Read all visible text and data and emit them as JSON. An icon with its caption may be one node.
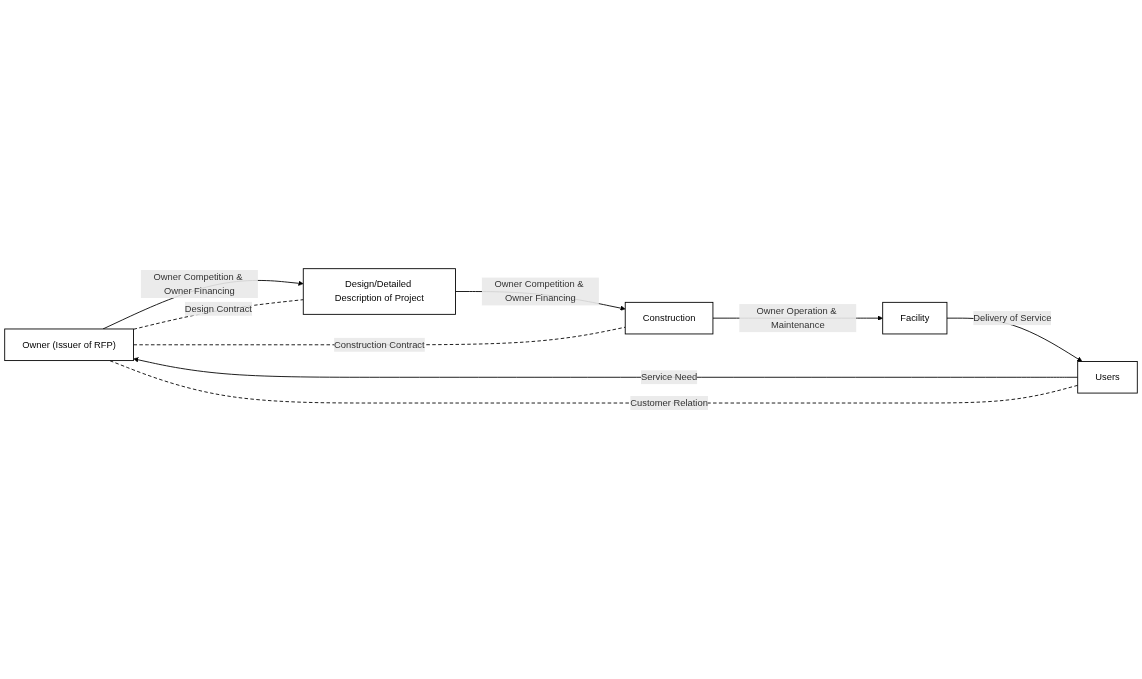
{
  "diagram": {
    "nodes": [
      {
        "text": [
          "Owner (Issuer of RFP)"
        ]
      },
      {
        "text": [
          "Design/Detailed Description of Project"
        ]
      },
      {
        "text": [
          "Construction"
        ]
      },
      {
        "text": [
          "Facility"
        ]
      },
      {
        "text": [
          "Users"
        ]
      }
    ],
    "edges": [
      {
        "from": 4,
        "to": 0,
        "arrow": "to",
        "label": "Service Need"
      },
      {
        "from": 0,
        "to": 1,
        "arrow": "to",
        "label": "Owner Competition & Owner Financing"
      },
      {
        "from": 1,
        "to": 2,
        "arrow": "to",
        "label": "Owner Competition & Owner Financing"
      },
      {
        "from": 2,
        "to": 3,
        "arrow": "to",
        "label": "Owner Operation & Maintenance"
      },
      {
        "from": 3,
        "to": 4,
        "arrow": "to",
        "label": "Delivery of Service"
      },
      {
        "from": 4,
        "to": 0,
        "arrow": "none",
        "label": "Customer Relation",
        "style": "dashed"
      },
      {
        "from": 0,
        "to": 1,
        "arrow": "none",
        "label": "Design Contract",
        "style": "dashed"
      },
      {
        "from": 0,
        "to": 2,
        "arrow": "none",
        "label": "Construction Contract",
        "style": "dashed"
      }
    ]
  }
}
